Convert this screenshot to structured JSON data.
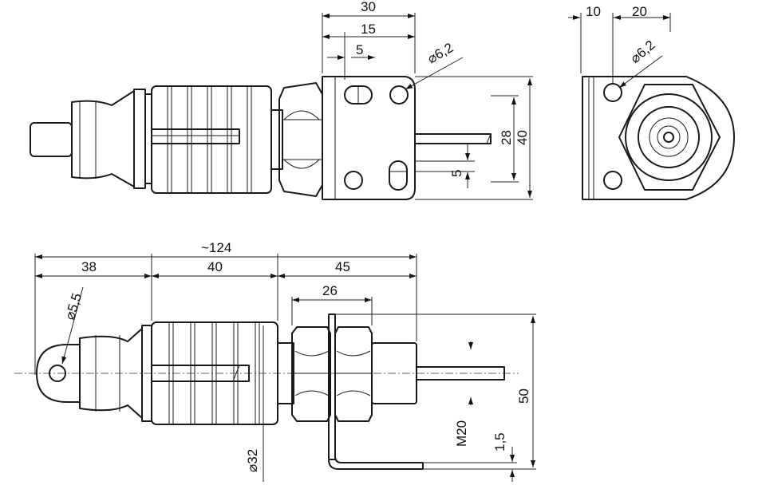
{
  "dimensions": {
    "top_30": "30",
    "top_15": "15",
    "top_5": "5",
    "dia_62_top": "⌀6,2",
    "h_28": "28",
    "h_40": "40",
    "h_5": "5",
    "side_10": "10",
    "side_20": "20",
    "dia_62_side": "⌀6,2",
    "approx_124": "~124",
    "len_38": "38",
    "len_40": "40",
    "len_45": "45",
    "len_26": "26",
    "dia_55": "⌀5,5",
    "dia_32": "⌀32",
    "thread_m20": "M20",
    "h_50": "50",
    "t_15": "1,5"
  }
}
